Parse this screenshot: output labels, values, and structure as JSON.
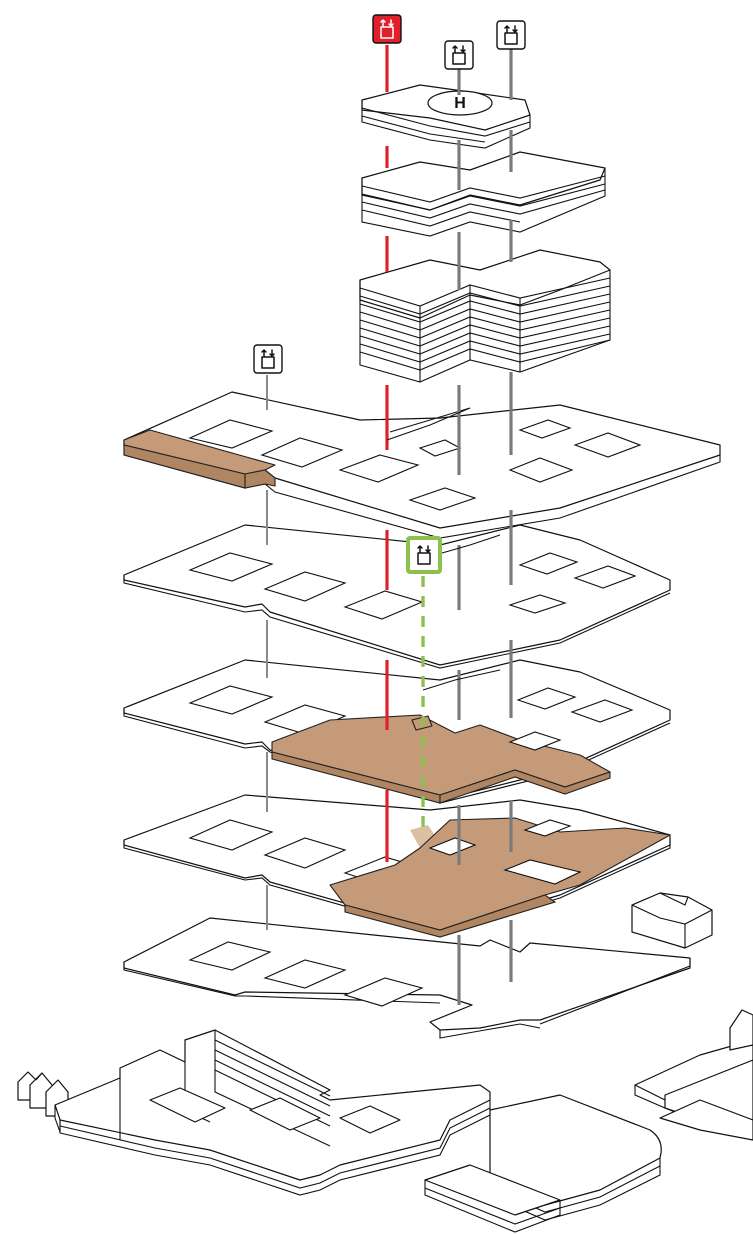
{
  "diagram": {
    "colors": {
      "emergency_core": "#e0202a",
      "service_core": "#7b7b7b",
      "new_core": "#8cc150",
      "highlight_floor": "#c49a78",
      "outline": "#111111"
    },
    "icons": [
      {
        "name": "elevator-icon",
        "variant": "emergency",
        "fill": "#e0202a"
      },
      {
        "name": "elevator-icon",
        "variant": "standard",
        "fill": "#ffffff"
      },
      {
        "name": "elevator-icon",
        "variant": "standard",
        "fill": "#ffffff"
      },
      {
        "name": "elevator-icon",
        "variant": "standard",
        "fill": "#ffffff"
      },
      {
        "name": "elevator-icon",
        "variant": "new",
        "fill": "#ffffff",
        "border": "#8cc150"
      }
    ],
    "helipad": {
      "label": "H"
    },
    "floors": [
      {
        "name": "floor-4",
        "highlighted": "west-wing"
      },
      {
        "name": "floor-3",
        "highlighted": "none"
      },
      {
        "name": "floor-2",
        "highlighted": "central-cross"
      },
      {
        "name": "floor-1",
        "highlighted": "central-cross"
      },
      {
        "name": "ground-floor",
        "highlighted": "none"
      }
    ]
  }
}
